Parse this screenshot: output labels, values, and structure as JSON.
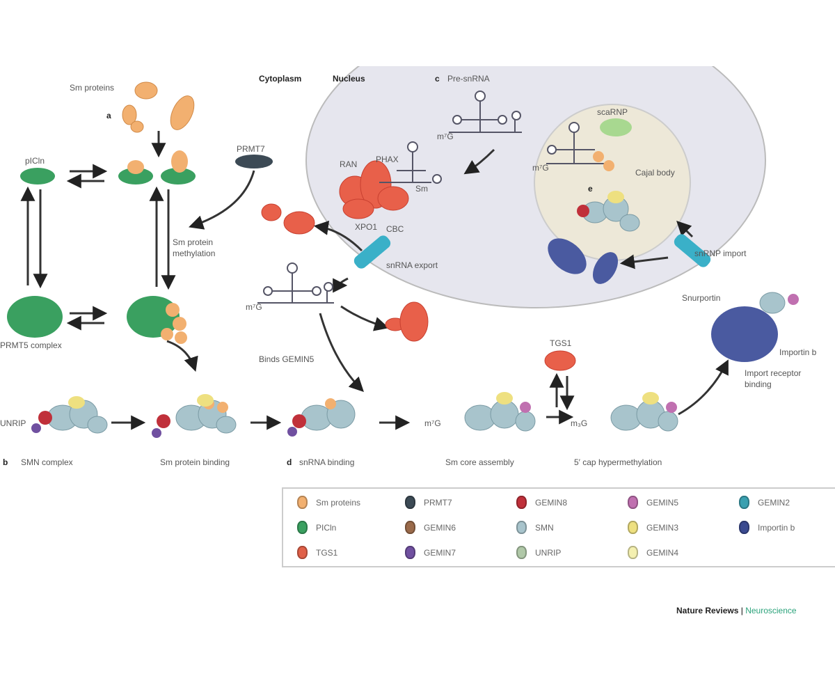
{
  "labels": {
    "cytoplasm": "Cytoplasm",
    "nucleus": "Nucleus",
    "sm_proteins": "Sm proteins",
    "panel_a": "a",
    "picln": "pICln",
    "prmt7": "PRMT7",
    "sm_methylation_1": "Sm protein",
    "sm_methylation_2": "methylation",
    "prmt5_complex": "PRMT5 complex",
    "unrip": "UNRIP",
    "panel_b": "b",
    "smn_complex": "SMN complex",
    "sm_protein_binding": "Sm protein binding",
    "panel_c": "c",
    "pre_snrna": "Pre-snRNA",
    "ran": "RAN",
    "phax": "PHAX",
    "xpo1": "XPO1",
    "cbc": "CBC",
    "m7g_1": "m⁷G",
    "m7g_2": "m⁷G",
    "m7g_3": "m⁷G",
    "m7g_4": "m⁷G",
    "m3g": "m₃G",
    "sm": "Sm",
    "snrna_export": "snRNA export",
    "scarnp": "scaRNP",
    "cajal_body": "Cajal body",
    "panel_e": "e",
    "snrnp_import": "snRNP import",
    "snurportin": "Snurportin",
    "importin_b": "Importin b",
    "import_receptor_1": "Import receptor",
    "import_receptor_2": "binding",
    "binds_gemin5": "Binds GEMIN5",
    "panel_d": "d",
    "snrna_binding": "snRNA binding",
    "sm_core_assembly": "Sm core assembly",
    "tgs1": "TGS1",
    "cap_hypermethylation": "5′ cap hypermethylation"
  },
  "legend": [
    {
      "label": "Sm proteins",
      "color": "#f2b070"
    },
    {
      "label": "PRMT7",
      "color": "#3c4a55"
    },
    {
      "label": "GEMIN8",
      "color": "#c0303a"
    },
    {
      "label": "GEMIN5",
      "color": "#c070b0"
    },
    {
      "label": "GEMIN2",
      "color": "#3aa0b0"
    },
    {
      "label": "PICln",
      "color": "#3aa060"
    },
    {
      "label": "GEMIN6",
      "color": "#9a6a4a"
    },
    {
      "label": "SMN",
      "color": "#a8c4cc"
    },
    {
      "label": "GEMIN3",
      "color": "#eee080"
    },
    {
      "label": "Importin b",
      "color": "#3a4a90"
    },
    {
      "label": "TGS1",
      "color": "#e06048"
    },
    {
      "label": "GEMIN7",
      "color": "#7050a0"
    },
    {
      "label": "UNRIP",
      "color": "#b0c8a8"
    },
    {
      "label": "GEMIN4",
      "color": "#f4f0b0"
    }
  ],
  "credit": {
    "publisher": "Nature Reviews",
    "separator": "|",
    "journal": "Neuroscience"
  },
  "colors": {
    "nucleus": "#e6e6ee",
    "cajal_body": "#ede8d8",
    "sm": "#f2b070",
    "picln": "#3aa060",
    "export_red": "#e8604a",
    "importin": "#4a5aa0",
    "channel": "#3ab0c8"
  }
}
